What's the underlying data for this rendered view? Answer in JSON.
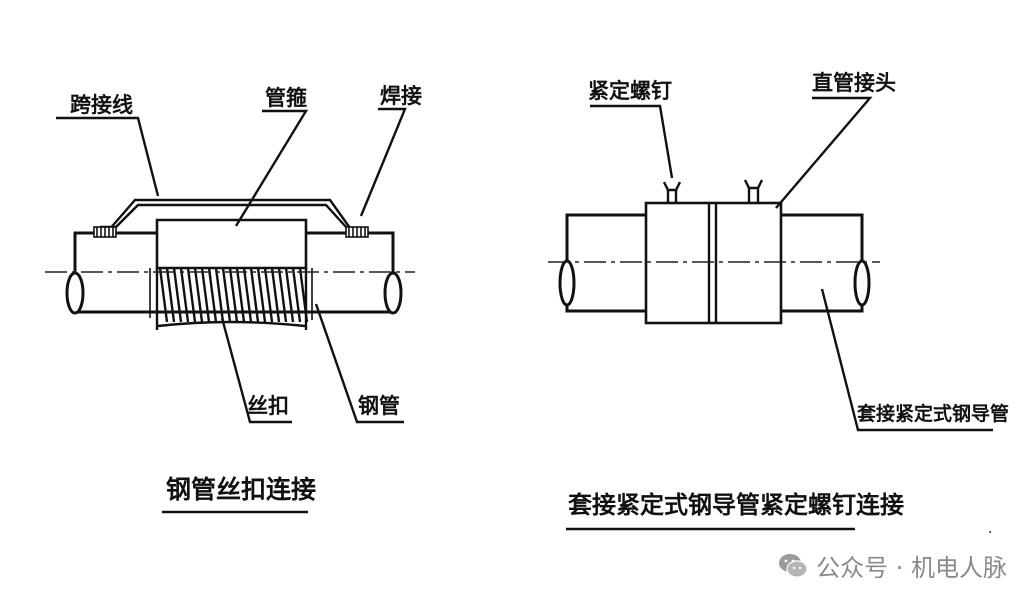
{
  "left_figure": {
    "labels": {
      "jumper_wire": "跨接线",
      "coupling": "管箍",
      "weld": "焊接",
      "thread": "丝扣",
      "steel_pipe": "钢管"
    },
    "caption": "钢管丝扣连接"
  },
  "right_figure": {
    "labels": {
      "set_screw": "紧定螺钉",
      "straight_coupling": "直管接头",
      "pipe": "套接紧定式钢导管"
    },
    "caption": "套接紧定式钢导管紧定螺钉连接"
  },
  "watermark": {
    "text": "公众号 · 机电人脉",
    "icon": "wechat-icon"
  }
}
